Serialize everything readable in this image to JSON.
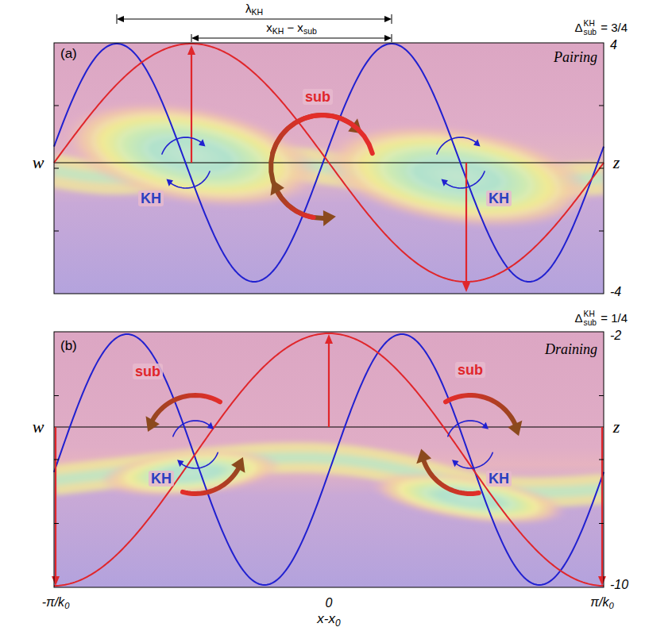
{
  "diagram": {
    "labels": [
      "λKH",
      "xKH − xsub",
      "(a)",
      "ΔKHsub = 3/4",
      "Pairing",
      "4",
      "w",
      "z",
      "-4",
      "sub",
      "KH",
      "KH",
      "(b)",
      "ΔKHsub = 1/4",
      "Draining",
      "-2",
      "w",
      "z",
      "-10",
      "sub",
      "sub",
      "KH",
      "KH",
      "-π/k0",
      "0",
      "π/k0",
      "x-x0"
    ]
  }
}
